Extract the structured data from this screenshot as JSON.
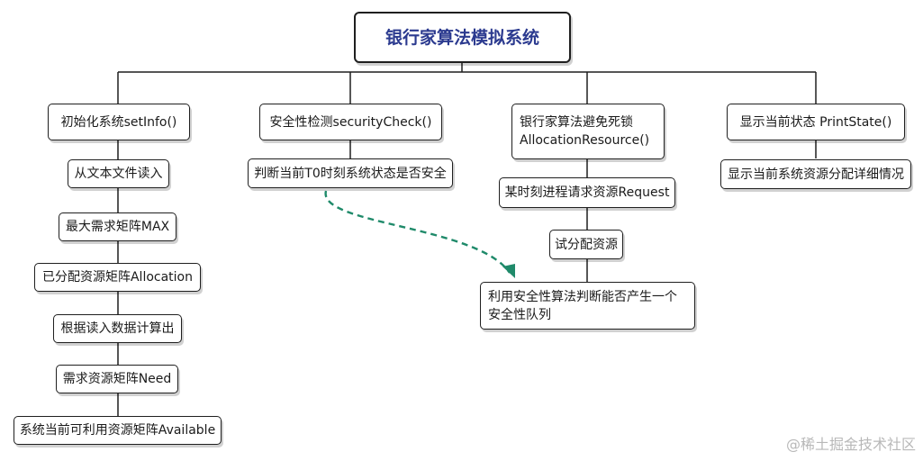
{
  "root": {
    "title": "银行家算法模拟系统"
  },
  "branches": [
    {
      "label": "初始化系统setInfo()",
      "children": [
        "从文本文件读入",
        "最大需求矩阵MAX",
        "已分配资源矩阵Allocation",
        "根据读入数据计算出",
        "需求资源矩阵Need",
        "系统当前可利用资源矩阵Available"
      ]
    },
    {
      "label": "安全性检测securityCheck()",
      "children": [
        "判断当前T0时刻系统状态是否安全"
      ]
    },
    {
      "label_lines": [
        "银行家算法避免死锁",
        "AllocationResource()"
      ],
      "children": [
        "某时刻进程请求资源Request",
        "试分配资源"
      ],
      "final_lines": [
        "利用安全性算法判断能否产生一个",
        "安全性队列"
      ]
    },
    {
      "label": "显示当前状态 PrintState()",
      "children": [
        "显示当前系统资源分配详细情况"
      ]
    }
  ],
  "colors": {
    "connector": "#1f1f1f",
    "dashed_arrow": "#1f8a6a",
    "root_text": "#2b3a8f"
  },
  "watermark": "@稀土掘金技术社区"
}
